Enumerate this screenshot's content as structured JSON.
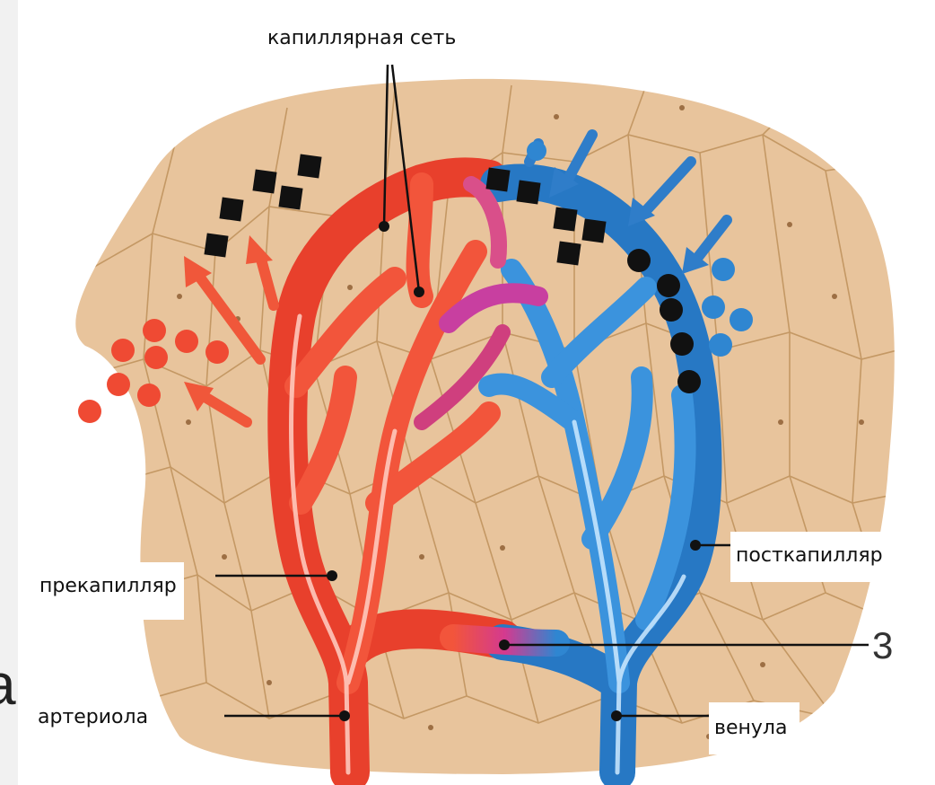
{
  "figure": {
    "labels": {
      "capillary_net": "капиллярная сеть",
      "precapillary": "прекапилляр",
      "postcapillary": "посткапилляр",
      "arteriole": "артериола",
      "venule": "венула",
      "marker_three": "3",
      "cut_letter": "а"
    },
    "colors": {
      "tissue": "#e7c39a",
      "cell_line": "#b8864c",
      "arterial": "#f1553a",
      "venous": "#2f86d1",
      "junction": "#d33b8f",
      "black_marker": "#111111"
    },
    "icons": [
      "square-particle-icon",
      "round-particle-icon",
      "arrow-icon"
    ]
  }
}
